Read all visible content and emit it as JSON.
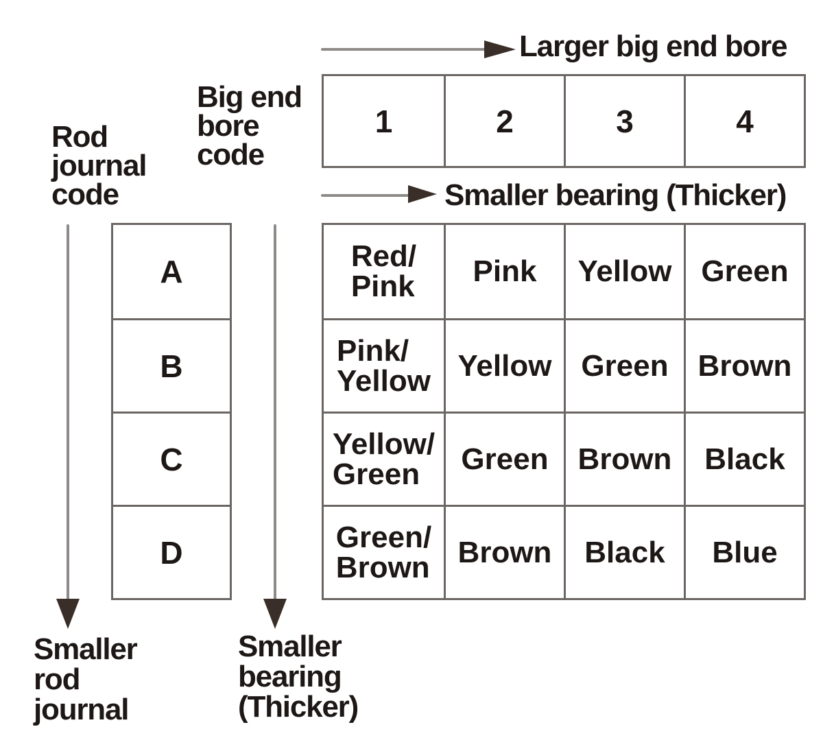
{
  "colors": {
    "text": "#1d1816",
    "grid_line": "#6b6663",
    "arrow_shaft": "#8d8a88",
    "arrow_head": "#3a2f28",
    "background": "#ffffff"
  },
  "axes": {
    "top_arrow_label": "Larger big end bore",
    "bearing_arrow_label": "Smaller bearing (Thicker)"
  },
  "labels": {
    "big_end_bore_code": [
      "Big end",
      "bore",
      "code"
    ],
    "rod_journal_code": [
      "Rod",
      "journal",
      "code"
    ],
    "smaller_rod_journal": [
      "Smaller",
      "rod",
      "journal"
    ],
    "smaller_bearing_thicker": [
      "Smaller",
      "bearing",
      "(Thicker)"
    ]
  },
  "bore_codes": [
    "1",
    "2",
    "3",
    "4"
  ],
  "journal_codes": [
    "A",
    "B",
    "C",
    "D"
  ],
  "bearing_matrix": {
    "rows": [
      {
        "journal": "A",
        "cells": [
          [
            "Red/",
            "Pink"
          ],
          [
            "Pink"
          ],
          [
            "Yellow"
          ],
          [
            "Green"
          ]
        ]
      },
      {
        "journal": "B",
        "cells": [
          [
            "Pink/",
            "Yellow"
          ],
          [
            "Yellow"
          ],
          [
            "Green"
          ],
          [
            "Brown"
          ]
        ]
      },
      {
        "journal": "C",
        "cells": [
          [
            "Yellow/",
            "Green"
          ],
          [
            "Green"
          ],
          [
            "Brown"
          ],
          [
            "Black"
          ]
        ]
      },
      {
        "journal": "D",
        "cells": [
          [
            "Green/",
            "Brown"
          ],
          [
            "Brown"
          ],
          [
            "Black"
          ],
          [
            "Blue"
          ]
        ]
      }
    ]
  }
}
